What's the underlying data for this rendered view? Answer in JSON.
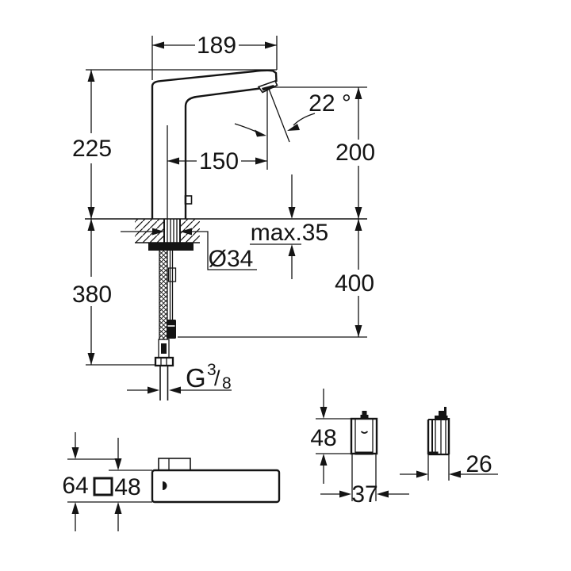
{
  "drawing": {
    "kind": "technical-dimension-drawing",
    "background": "#ffffff",
    "line_color": "#141414"
  },
  "side_view": {
    "spout_width": "189",
    "total_height": "225",
    "spout_reach": "150",
    "stream_angle": "22 °",
    "outlet_height": "200",
    "deck_thickness_max": "max.35",
    "hole_diameter": "Ø34",
    "height_below_deck": "380",
    "supply_length": "400",
    "thread": {
      "letter": "G",
      "numerator": "3",
      "slash": "/",
      "denominator": "8"
    }
  },
  "plan_view": {
    "overall_depth": "64",
    "body_square": "48"
  },
  "control_box": {
    "front": {
      "height": "48",
      "width": "37"
    },
    "side": {
      "depth": "26"
    }
  }
}
